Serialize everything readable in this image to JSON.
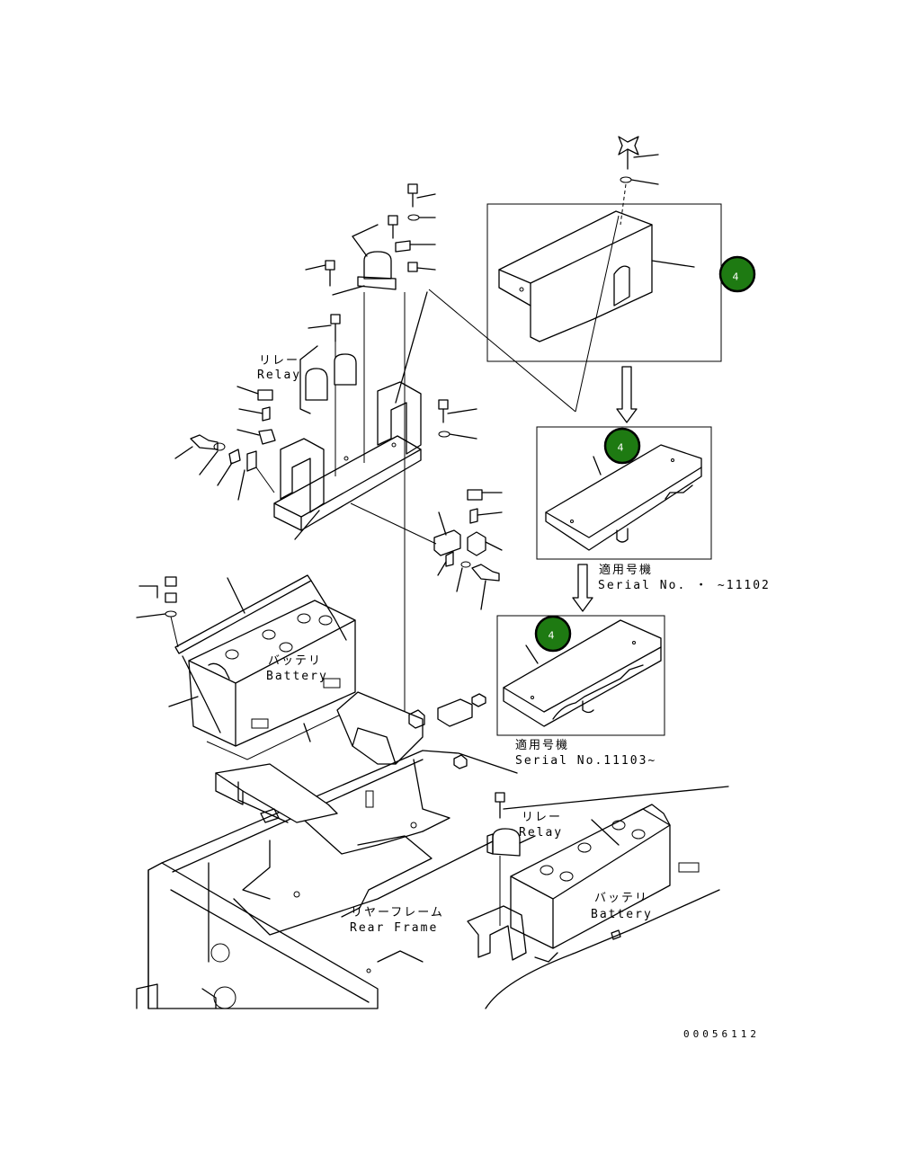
{
  "labels": {
    "relay_jp_top": "リレー",
    "relay_en_top": "Relay",
    "battery_jp_left": "バッテリ",
    "battery_en_left": "Battery",
    "applicable_jp_1": "適用号機",
    "serial_1": "Serial No.  ・  ~11102",
    "applicable_jp_2": "適用号機",
    "serial_2": "Serial No.11103~",
    "relay_jp_bottom": "リレー",
    "relay_en_bottom": "Relay",
    "rear_frame_jp": "リヤーフレーム",
    "rear_frame_en": "Rear Frame",
    "battery_jp_right": "バッテリ",
    "battery_en_right": "Battery",
    "drawing_code": "00056112"
  },
  "callouts": [
    {
      "id": "callout-1",
      "number": "4"
    },
    {
      "id": "callout-2",
      "number": "4"
    },
    {
      "id": "callout-3",
      "number": "4"
    }
  ],
  "colors": {
    "callout_fill": "#1e7a12",
    "line": "#000000",
    "background": "#ffffff"
  }
}
